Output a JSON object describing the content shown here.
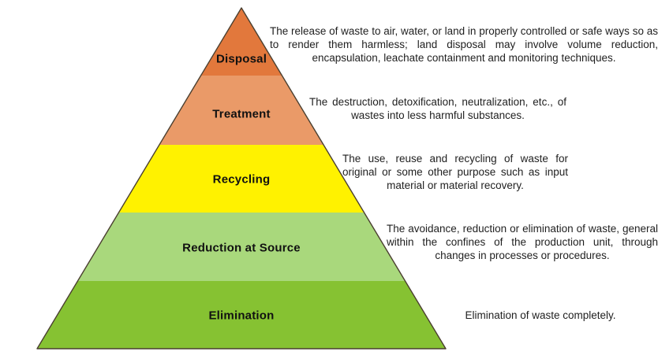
{
  "pyramid": {
    "outline_color": "#4a3f30",
    "levels": [
      {
        "label": "Disposal",
        "color": "#e2783c",
        "description": "The release of waste to air, water, or land in properly controlled or safe ways so as to render them harmless; land disposal may involve volume reduction, encapsulation, leachate containment and monitoring techniques."
      },
      {
        "label": "Treatment",
        "color": "#ea9a68",
        "description": "The destruction, detoxification, neutralization, etc., of wastes into less harmful substances."
      },
      {
        "label": "Recycling",
        "color": "#fff200",
        "description": "The use, reuse and recycling of waste for original or some other purpose such as input material or material recovery."
      },
      {
        "label": "Reduction at Source",
        "color": "#a9d87c",
        "description": "The avoidance, reduction or elimination of waste, general within the confines of the production unit, through changes in processes or procedures."
      },
      {
        "label": "Elimination",
        "color": "#86c232",
        "description": "Elimination of waste completely."
      }
    ]
  }
}
